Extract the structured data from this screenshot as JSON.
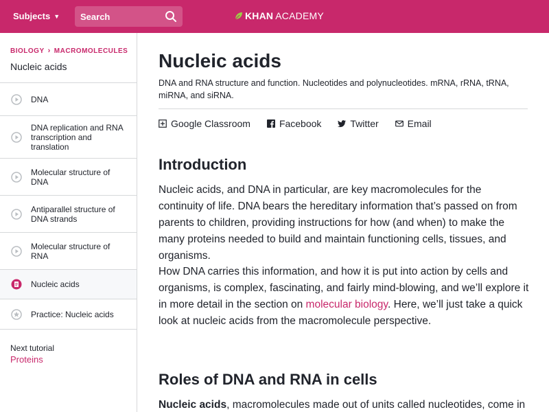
{
  "header": {
    "subjects_label": "Subjects",
    "search_placeholder": "Search",
    "logo_khan": "KHAN",
    "logo_academy": "ACADEMY"
  },
  "sidebar": {
    "breadcrumb": [
      "BIOLOGY",
      "MACROMOLECULES"
    ],
    "title": "Nucleic acids",
    "items": [
      {
        "label": "DNA",
        "icon": "video-icon"
      },
      {
        "label": "DNA replication and RNA transcription and translation",
        "icon": "video-icon"
      },
      {
        "label": "Molecular structure of DNA",
        "icon": "video-icon"
      },
      {
        "label": "Antiparallel structure of DNA strands",
        "icon": "video-icon"
      },
      {
        "label": "Molecular structure of RNA",
        "icon": "video-icon"
      },
      {
        "label": "Nucleic acids",
        "icon": "article-icon",
        "active": true
      },
      {
        "label": "Practice: Nucleic acids",
        "icon": "star-icon"
      }
    ],
    "next_label": "Next tutorial",
    "next_link": "Proteins"
  },
  "main": {
    "title": "Nucleic acids",
    "description": "DNA and RNA structure and function. Nucleotides and polynucleotides. mRNA, rRNA, tRNA, miRNA, and siRNA.",
    "share": [
      {
        "label": "Google Classroom",
        "icon": "google-classroom-icon"
      },
      {
        "label": "Facebook",
        "icon": "facebook-icon"
      },
      {
        "label": "Twitter",
        "icon": "twitter-icon"
      },
      {
        "label": "Email",
        "icon": "email-icon"
      }
    ],
    "intro_heading": "Introduction",
    "intro_p1": "Nucleic acids, and DNA in particular, are key macromolecules for the continuity of life. DNA bears the hereditary information that’s passed on from parents to children, providing instructions for how (and when) to make the many proteins needed to build and maintain functioning cells, tissues, and organisms.",
    "intro_p2_before": "How DNA carries this information, and how it is put into action by cells and organisms, is complex, fascinating, and fairly mind-blowing, and we’ll explore it in more detail in the section on ",
    "intro_p2_link": "molecular biology",
    "intro_p2_after": ". Here, we’ll just take a quick look at nucleic acids from the macromolecule perspective.",
    "roles_heading": "Roles of DNA and RNA in cells",
    "roles_bold": "Nucleic acids",
    "roles_rest": ", macromolecules made out of units called nucleotides, come in"
  },
  "colors": {
    "brand": "#c8286b",
    "text": "#21242c",
    "border": "#d6d8da"
  }
}
